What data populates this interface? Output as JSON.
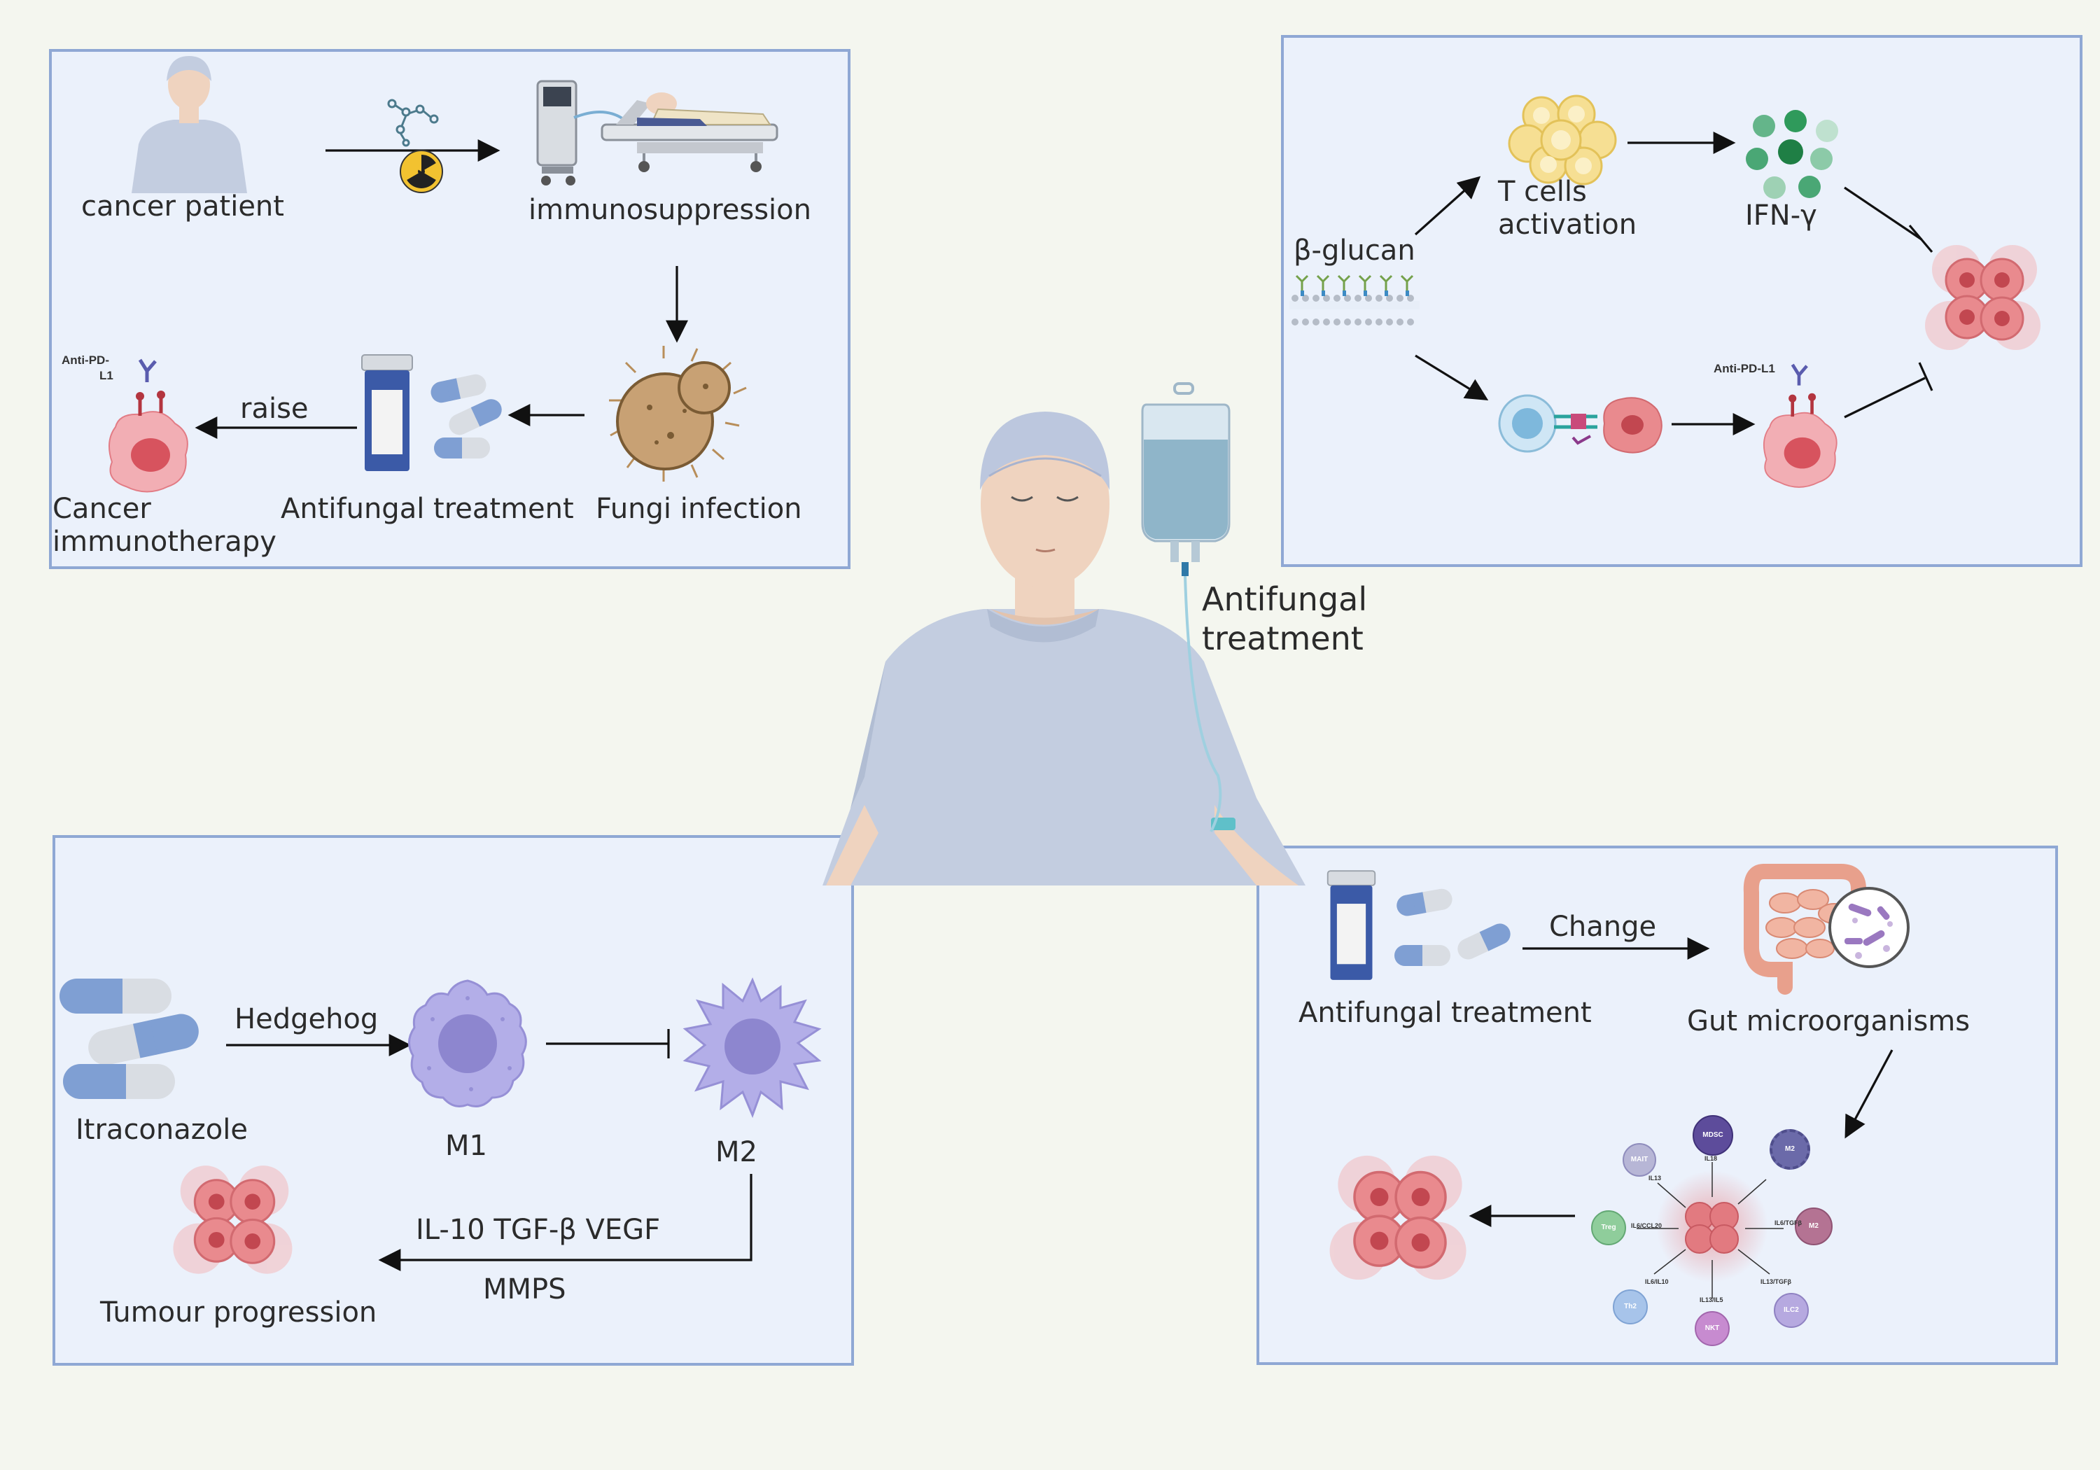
{
  "panel_tl": {
    "cancer_patient": "cancer patient",
    "immunosuppression": "immunosuppression",
    "fungi_infection": "Fungi infection",
    "antifungal_treatment": "Antifungal treatment",
    "raise": "raise",
    "cancer_immunotherapy_1": "Cancer",
    "cancer_immunotherapy_2": "immunotherapy",
    "anti_pd_l1_1": "Anti-PD-",
    "anti_pd_l1_2": "L1"
  },
  "panel_tr": {
    "beta_glucan": "β-glucan",
    "t_cells_1": "T cells",
    "t_cells_2": "activation",
    "ifn_gamma": "IFN-γ",
    "anti_pd_l1": "Anti-PD-L1"
  },
  "center": {
    "antifungal_1": "Antifungal",
    "antifungal_2": "treatment"
  },
  "panel_bl": {
    "hedgehog": "Hedgehog",
    "itraconazole": "Itraconazole",
    "m1": "M1",
    "m2": "M2",
    "cytokines": "IL-10 TGF-β VEGF",
    "mmps": "MMPS",
    "tumour_progression": "Tumour progression"
  },
  "panel_br": {
    "change": "Change",
    "antifungal_treatment": "Antifungal treatment",
    "gut_microorganisms": "Gut microorganisms",
    "cells": {
      "mait": "MAIT",
      "mdsc": "MDSC",
      "m2_top": "M2",
      "treg": "Treg",
      "m2_right": "M2",
      "th2": "Th2",
      "nkt": "NKT",
      "ilc2": "ILC2"
    },
    "cytokines": {
      "il13_a": "IL13",
      "il18": "IL18",
      "il6_ccl20": "IL6/CCL20",
      "il6_tgfb": "IL6/TGFβ",
      "il6_il10": "IL6/IL10",
      "il13_tgfb": "IL13/TGFβ",
      "il13_il5": "IL13/IL5"
    }
  },
  "colors": {
    "panel_fill": "#ebf1fb",
    "panel_border": "#8fa8d4",
    "tumor": "#e98a8e",
    "macrophage": "#b3aee8",
    "capsule_blue": "#7f9fd3",
    "shirt": "#c3cde0",
    "skin": "#efd3bf"
  }
}
